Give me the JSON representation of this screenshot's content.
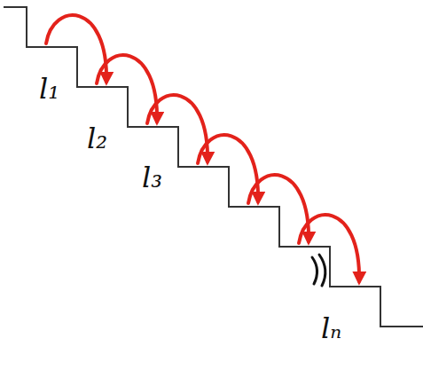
{
  "diagram": {
    "labels": [
      "l₁",
      "l₂",
      "l₃",
      "lₙ"
    ]
  }
}
